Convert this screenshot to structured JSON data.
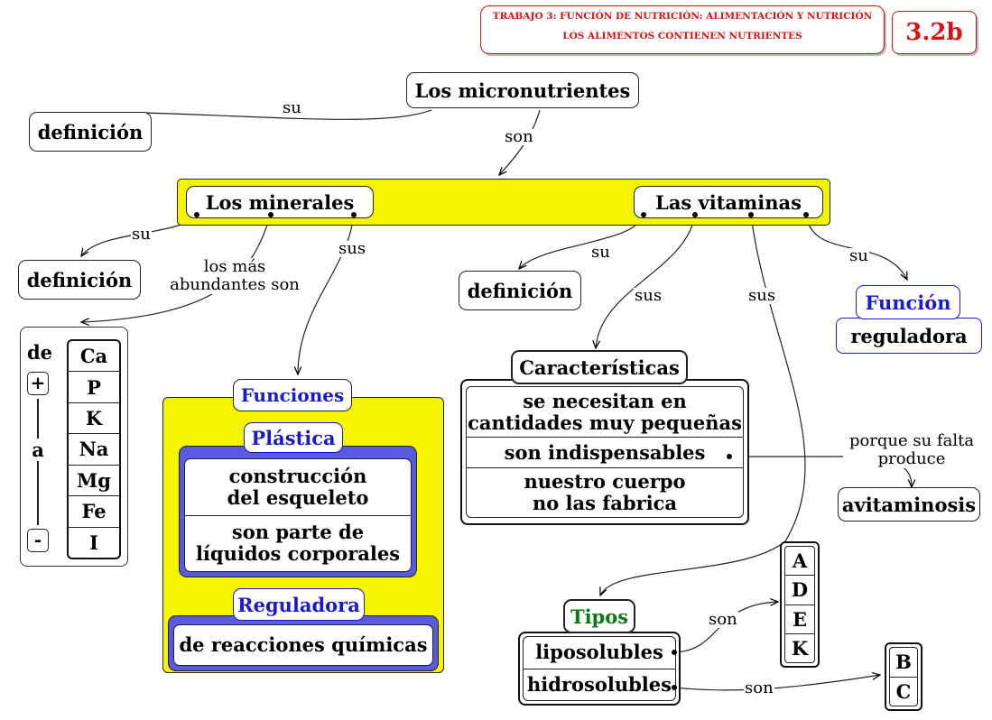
{
  "header": {
    "title_line1": "TRABAJO 3: FUNCIÓN DE NUTRICIÓN: ALIMENTACIÓN Y NUTRICIÓN",
    "title_line2": "LOS ALIMENTOS CONTIENEN NUTRIENTES",
    "code": "3.2b"
  },
  "nodes": {
    "micronutrientes": "Los micronutrientes",
    "definicion_top": "definición",
    "minerales": "Los minerales",
    "vitaminas": "Las vitaminas",
    "definicion_min": "definición",
    "definicion_vit": "definición",
    "funcion": "Función",
    "reguladora_top": "reguladora",
    "funciones": "Funciones",
    "plastica": "Plástica",
    "plastica_items": [
      "construcción\ndel esqueleto",
      "son parte de\nlíquidos corporales"
    ],
    "reguladora": "Reguladora",
    "reguladora_items": [
      "de reacciones químicas"
    ],
    "caracteristicas": "Características",
    "caracteristicas_items": [
      "se necesitan en\ncantidades muy pequeñas",
      "son indispensables",
      "nuestro cuerpo\nno las fabrica"
    ],
    "avitaminosis": "avitaminosis",
    "tipos": "Tipos",
    "tipos_items": [
      "liposolubles",
      "hidrosolubles"
    ],
    "lipo_vitamins": [
      "A",
      "D",
      "E",
      "K"
    ],
    "hidro_vitamins": [
      "B",
      "C"
    ],
    "elements": [
      "Ca",
      "P",
      "K",
      "Na",
      "Mg",
      "Fe",
      "I"
    ],
    "scale_top": "de",
    "scale_plus": "+",
    "scale_mid": "a",
    "scale_minus": "-"
  },
  "links": {
    "su_1": "su",
    "son_1": "son",
    "su_2": "su",
    "abundantes": "los más\nabundantes son",
    "sus_1": "sus",
    "su_3": "su",
    "sus_2": "sus",
    "sus_3": "sus",
    "su_4": "su",
    "porque": "porque su falta\nproduce",
    "son_2": "son",
    "son_3": "son"
  },
  "colors": {
    "yellow": "#f5f500",
    "blue": "#1a1acc",
    "green": "#0a7a14",
    "red": "#dd1111"
  }
}
